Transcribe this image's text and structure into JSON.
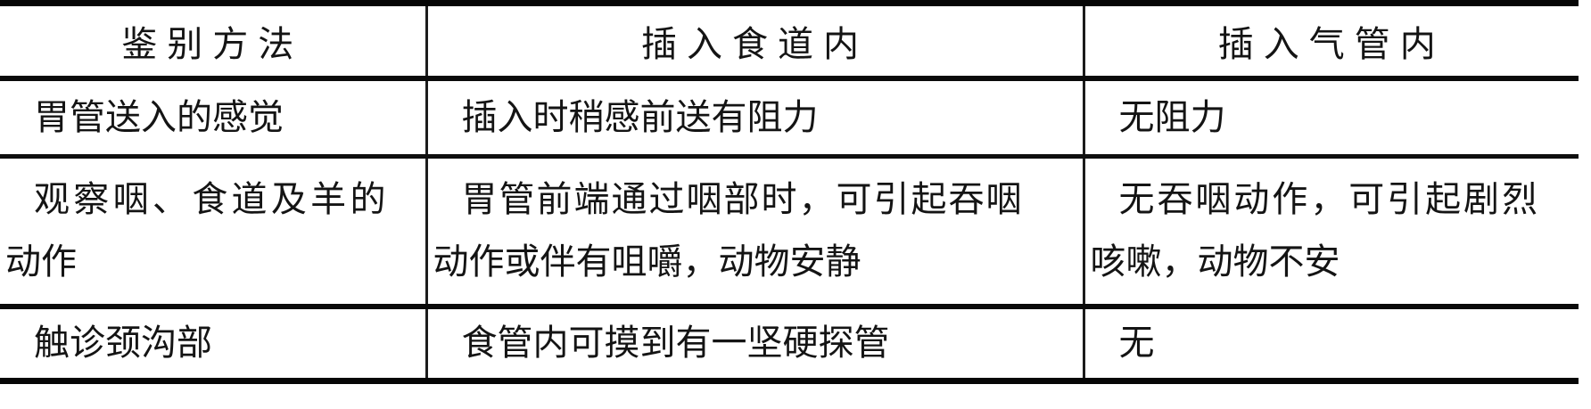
{
  "table": {
    "columns": [
      {
        "label": "鉴别方法"
      },
      {
        "label": "插入食道内"
      },
      {
        "label": "插入气管内"
      }
    ],
    "rows": [
      {
        "method": "胃管送入的感觉",
        "esophagus": "插入时稍感前送有阻力",
        "trachea": "无阻力"
      },
      {
        "method": "观察咽、食道及羊的动作",
        "esophagus": "胃管前端通过咽部时，可引起吞咽动作或伴有咀嚼，动物安静",
        "trachea": "无吞咽动作，可引起剧烈咳嗽，动物不安"
      },
      {
        "method": "触诊颈沟部",
        "esophagus": "食管内可摸到有一坚硬探管",
        "trachea": "无"
      }
    ]
  },
  "colors": {
    "text": "#141414",
    "rule_heavy": "#060606",
    "rule_light": "#1c1c1c",
    "background": "#ffffff"
  }
}
